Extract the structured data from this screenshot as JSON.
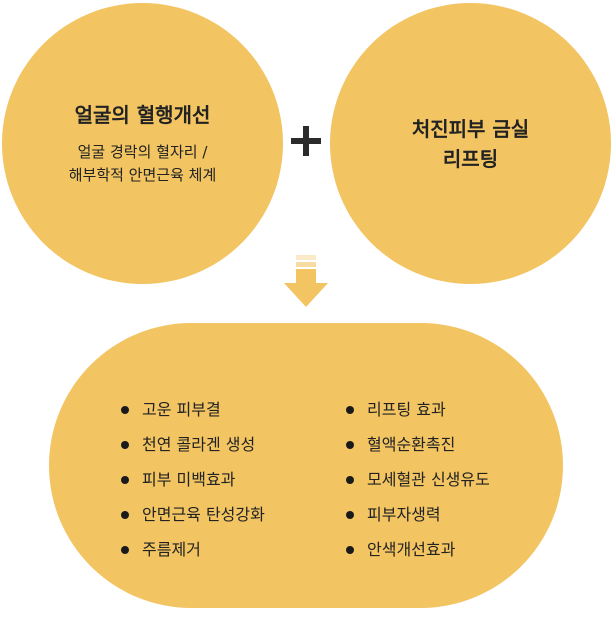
{
  "left_circle": {
    "title": "얼굴의 혈행개선",
    "sub_line1": "얼굴 경락의 혈자리 /",
    "sub_line2": "해부학적 안면근육 체계"
  },
  "right_circle": {
    "line1": "처진피부 금실",
    "line2": "리프팅"
  },
  "result": {
    "left_items": [
      "고운 피부결",
      "천연 콜라겐 생성",
      "피부 미백효과",
      "안면근육 탄성강화",
      "주름제거"
    ],
    "right_items": [
      "리프팅 효과",
      "혈액순환촉진",
      "모세혈관 신생유도",
      "피부자생력",
      "안색개선효과"
    ]
  },
  "colors": {
    "fill": "#f2c462",
    "arrow": "#f2c462",
    "plus": "#2b2b2b"
  }
}
